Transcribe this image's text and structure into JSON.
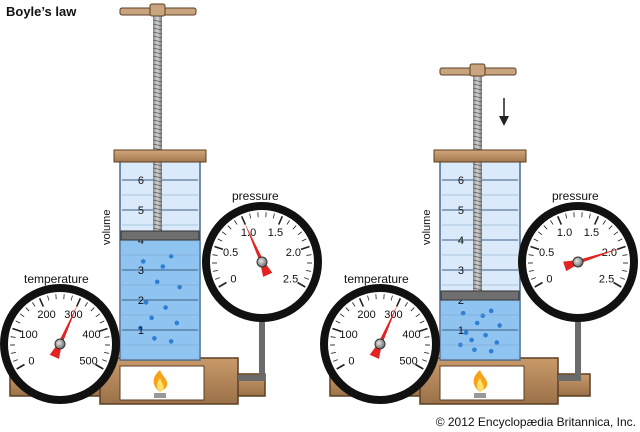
{
  "title": "Boyle’s law",
  "copyright": "© 2012 Encyclopædia Britannica, Inc.",
  "colors": {
    "gas": "#8fc3f0",
    "glass": "#dbeafa",
    "wood": "#b0855a",
    "pointer": "#e32222",
    "flame": "#f7a21b",
    "bubble": "#2d7fd6"
  },
  "panels": [
    {
      "volume_label": "volume",
      "pressure_label": "pressure",
      "temperature_label": "temperature",
      "cylinder_scale": [
        "1",
        "2",
        "3",
        "4",
        "5",
        "6"
      ],
      "volume_reading": 4,
      "pressure_scale": [
        "0",
        "0.5",
        "1.0",
        "1.5",
        "2.0",
        "2.5"
      ],
      "pressure_reading": 1.0,
      "temperature_scale": [
        "0",
        "100",
        "200",
        "300",
        "400",
        "500"
      ],
      "temperature_reading": 300,
      "arrow": "none"
    },
    {
      "volume_label": "volume",
      "pressure_label": "pressure",
      "temperature_label": "temperature",
      "cylinder_scale": [
        "1",
        "2",
        "3",
        "4",
        "5",
        "6"
      ],
      "volume_reading": 2,
      "pressure_scale": [
        "0",
        "0.5",
        "1.0",
        "1.5",
        "2.0",
        "2.5"
      ],
      "pressure_reading": 2.0,
      "temperature_scale": [
        "0",
        "100",
        "200",
        "300",
        "400",
        "500"
      ],
      "temperature_reading": 300,
      "arrow": "down-arrow-icon"
    }
  ]
}
